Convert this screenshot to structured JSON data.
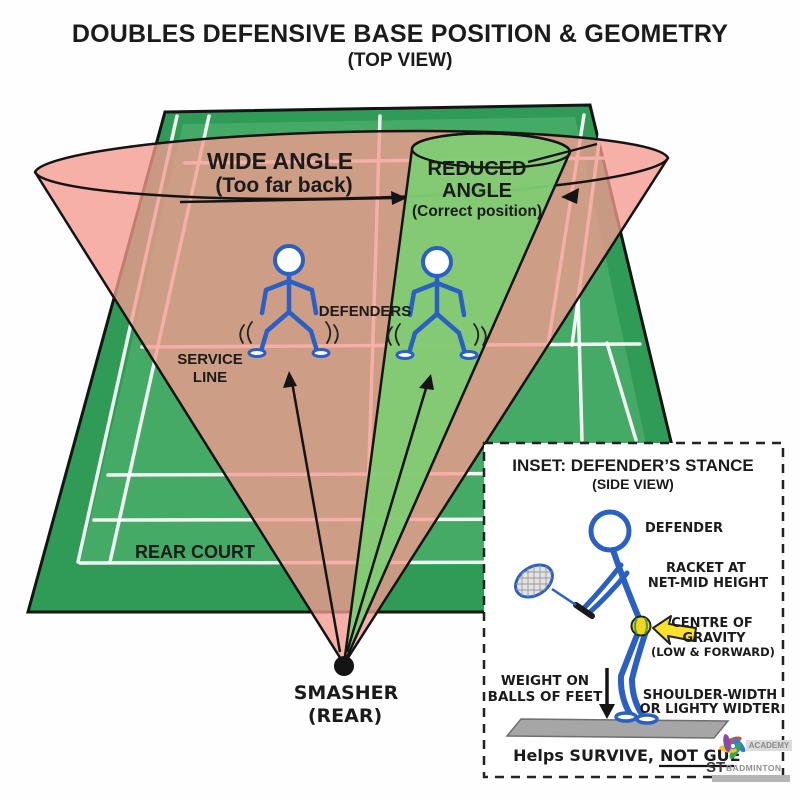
{
  "title": {
    "line1": "DOUBLES DEFENSIVE BASE POSITION & GEOMETRY",
    "line2": "(TOP VIEW)"
  },
  "cones": {
    "wide": {
      "label": [
        "WIDE ANGLE",
        "(Too far back)"
      ],
      "color": "#f59a90"
    },
    "reduced": {
      "label": [
        "REDUCED",
        "ANGLE",
        "(Correct position)"
      ],
      "color": "#7fcc74"
    }
  },
  "court": {
    "defenders_label": "DEFENDERS",
    "service_line": [
      "SERVICE",
      "LINE"
    ],
    "rear_court": "REAR COURT",
    "smasher": [
      "SMASHER",
      "(REAR)"
    ]
  },
  "inset": {
    "title": "INSET:  DEFENDER’S STANCE",
    "subtitle": "(SIDE VIEW)",
    "defender": "DEFENDER",
    "racket": [
      "RACKET AT",
      "NET-MID HEIGHT"
    ],
    "cog": [
      "CENTRE OF",
      "GRAVITY",
      "(LOW & FORWARD)"
    ],
    "weight": [
      "WEIGHT ON",
      "BALLS OF FEET"
    ],
    "stance": [
      "SHOULDER-WIDTH",
      "OR LIGHTY WIDTER"
    ],
    "footer_prefix": "Helps SURVIVE,",
    "footer_underline": "NOT GUE"
  },
  "logo": {
    "academy": "ACADEMY",
    "st": "ST",
    "badminton": "BADMINTON"
  },
  "colors": {
    "court_green": "#2f9b56",
    "court_inner": "#45aa65",
    "wide_cone": "#f59a90",
    "reduced_cone": "#7fcc74",
    "figure_blue": "#2a5fc4",
    "highlight_yellow": "#ffe226",
    "ground_gray": "#a6a6a6"
  }
}
